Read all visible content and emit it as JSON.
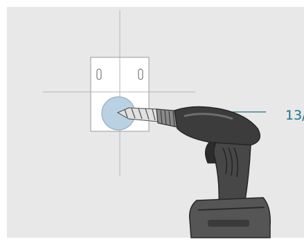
{
  "figure": {
    "callout_label": "13/",
    "colors": {
      "panel_bg": "#e8e8e8",
      "plate_fill": "#ffffff",
      "hole_fill": "#b9d1e2",
      "drill_dark": "#3a3a3a",
      "drill_mid": "#5a5a5a",
      "drill_light": "#8a8a8a",
      "callout_color": "#1f6f86",
      "guide_line": "#b0b0b0"
    },
    "icons": [
      "mounting-plate",
      "hole-marker",
      "drill-bit",
      "power-drill"
    ]
  }
}
